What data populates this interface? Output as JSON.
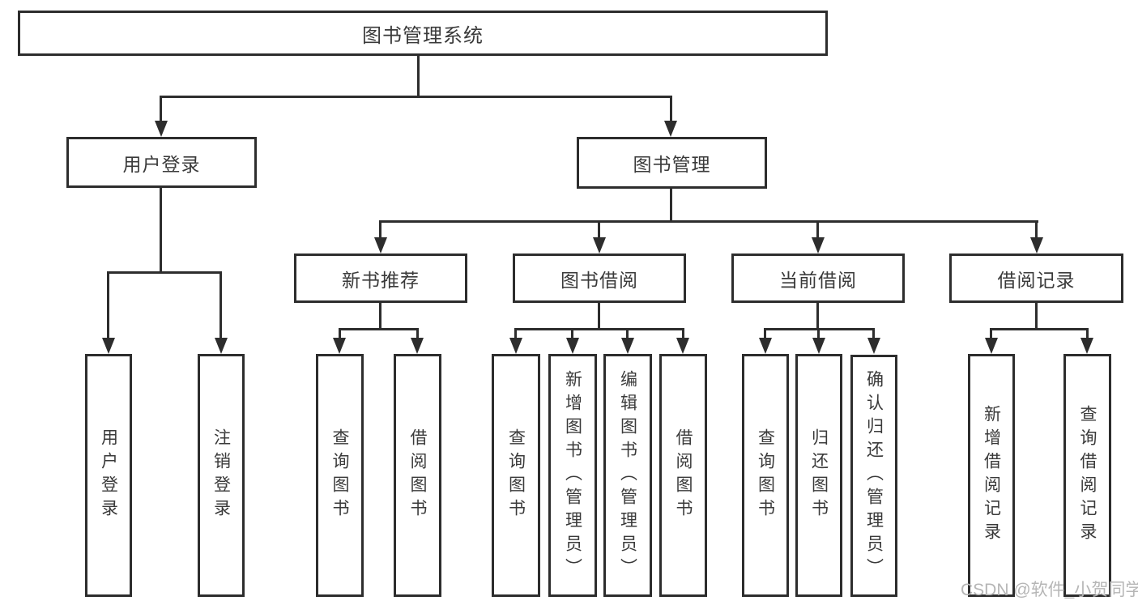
{
  "tree": {
    "root": {
      "label": "图书管理系统"
    },
    "user_login": {
      "label": "用户登录",
      "children": [
        {
          "label": "用户登录"
        },
        {
          "label": "注销登录"
        }
      ]
    },
    "book_mgmt": {
      "label": "图书管理"
    },
    "new_book_rec": {
      "label": "新书推荐",
      "children": [
        {
          "label": "查询图书"
        },
        {
          "label": "借阅图书"
        }
      ]
    },
    "book_borrow": {
      "label": "图书借阅",
      "children": [
        {
          "label": "查询图书"
        },
        {
          "label": "新增图书（管理员）"
        },
        {
          "label": "编辑图书（管理员）"
        },
        {
          "label": "借阅图书"
        }
      ]
    },
    "current_borrow": {
      "label": "当前借阅",
      "children": [
        {
          "label": "查询图书"
        },
        {
          "label": "归还图书"
        },
        {
          "label": "确认归还（管理员）"
        }
      ]
    },
    "borrow_records": {
      "label": "借阅记录",
      "children": [
        {
          "label": "新增借阅记录"
        },
        {
          "label": "查询借阅记录"
        }
      ]
    }
  },
  "watermark": {
    "text": "CSDN @软件_小贺同学"
  },
  "colors": {
    "line": "#2d2d2d",
    "text": "#3a3a3a",
    "watermark": "#b6b6b6",
    "background": "#ffffff"
  }
}
